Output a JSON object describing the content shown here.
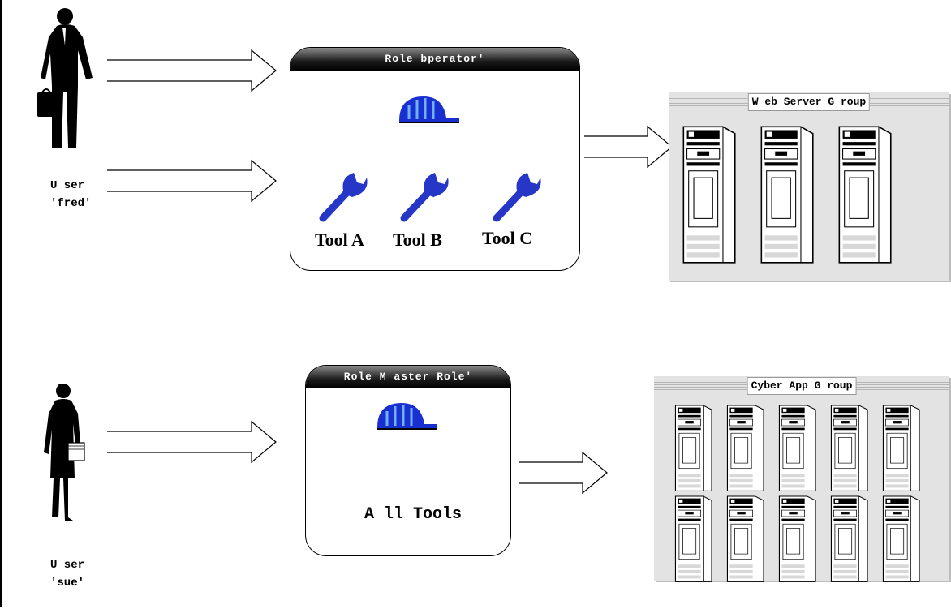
{
  "users": [
    {
      "label_line1": "U ser",
      "label_line2": "'fred'"
    },
    {
      "label_line1": "U ser",
      "label_line2": "'sue'"
    }
  ],
  "roles": [
    {
      "title": "Role bperator'",
      "tools": [
        "Tool A",
        "Tool B",
        "Tool C"
      ]
    },
    {
      "title": "Role M aster Role'",
      "tools_text": "A ll Tools"
    }
  ],
  "groups": [
    {
      "title": "W eb Server G roup",
      "server_count": 3
    },
    {
      "title": "Cyber App G roup",
      "server_count": 10
    }
  ],
  "colors": {
    "helmet": "#1a2fd0",
    "wrench": "#2637c8",
    "panel": "#e3e3e3",
    "title_bar": "#000000"
  }
}
